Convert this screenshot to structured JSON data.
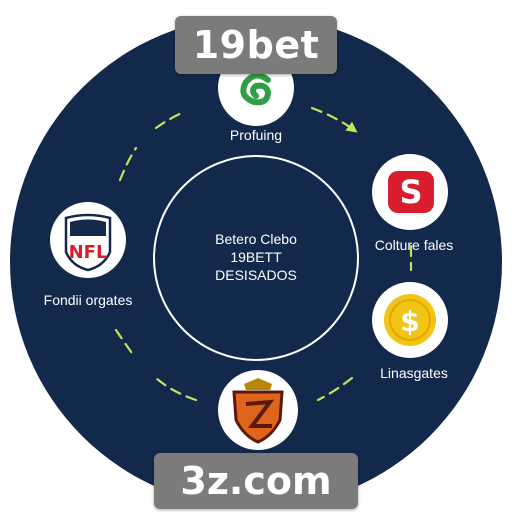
{
  "banner_top": "19bet",
  "banner_bottom": "3z.com",
  "center": {
    "line1": "Betero Clebo",
    "line2": "19BETT",
    "line3": "DESISADOS"
  },
  "nodes": [
    {
      "id": "top",
      "label": "Profuing",
      "icon": "green-spiral-icon"
    },
    {
      "id": "right-upper",
      "label": "Colture fales",
      "icon": "red-s-badge-icon"
    },
    {
      "id": "right-lower",
      "label": "Linasgates",
      "icon": "gold-dollar-coin-icon"
    },
    {
      "id": "bottom",
      "label": "",
      "icon": "crest-shield-icon"
    },
    {
      "id": "left",
      "label": "Fondii orgates",
      "icon": "nfl-shield-icon"
    }
  ],
  "colors": {
    "circle_bg": "#13294b",
    "accent_green": "#c4e25a",
    "red": "#d81e2c",
    "gold": "#f2c416",
    "banner_bg": "#7b7b7b",
    "text": "#ffffff"
  }
}
